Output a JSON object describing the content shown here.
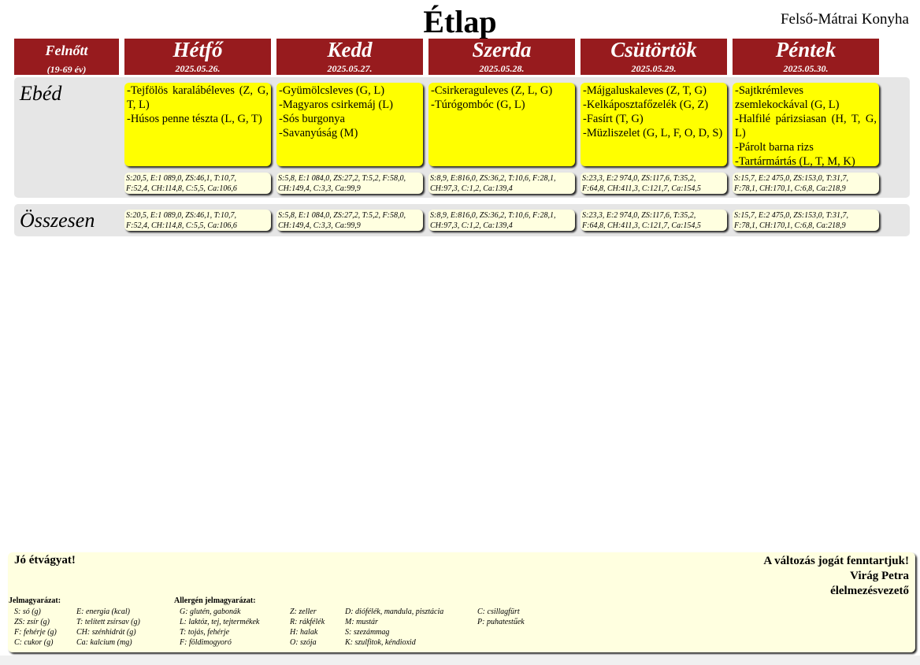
{
  "title": "Étlap",
  "kitchen": "Felső-Mátrai Konyha",
  "header": {
    "group_label": "Felnőtt",
    "group_age": "(19-69 év)",
    "days": [
      {
        "name": "Hétfő",
        "date": "2025.05.26."
      },
      {
        "name": "Kedd",
        "date": "2025.05.27."
      },
      {
        "name": "Szerda",
        "date": "2025.05.28."
      },
      {
        "name": "Csütörtök",
        "date": "2025.05.29."
      },
      {
        "name": "Péntek",
        "date": "2025.05.30."
      }
    ]
  },
  "lunch": {
    "label": "Ebéd",
    "menus": [
      [
        "-Tejfölös karalábéleves (Z, G, T, L)",
        "-Húsos penne tészta (L, G, T)"
      ],
      [
        "-Gyümölcsleves (G, L)",
        "-Magyaros csirkemáj (L)",
        "-Sós burgonya",
        "-Savanyúság (M)"
      ],
      [
        "-Csirkeraguleves (Z, L, G)",
        "-Túrógombóc (G, L)"
      ],
      [
        "-Májgaluskaleves (Z, T, G)",
        "-Kelkáposztafőzelék (G, Z)",
        "-Fasírt (T, G)",
        "-Müzliszelet (G, L, F, O, D, S)"
      ],
      [
        "-Sajtkrémleves zsemlekockával (G, L)",
        "-Halfilé párizsiasan (H, T, G, L)",
        "-Párolt barna rizs",
        "-Tartármártás (L, T, M, K)"
      ]
    ],
    "nutrition": [
      [
        "S:20,5, E:1 089,0, ZS:46,1, T:10,7,",
        "F:52,4, CH:114,8, C:5,5, Ca:106,6"
      ],
      [
        "S:5,8, E:1 084,0, ZS:27,2, T:5,2, F:58,0,",
        "CH:149,4, C:3,3, Ca:99,9"
      ],
      [
        "S:8,9, E:816,0, ZS:36,2, T:10,6, F:28,1,",
        "CH:97,3, C:1,2, Ca:139,4"
      ],
      [
        "S:23,3, E:2 974,0, ZS:117,6, T:35,2,",
        "F:64,8, CH:411,3, C:121,7, Ca:154,5"
      ],
      [
        "S:15,7, E:2 475,0, ZS:153,0, T:31,7,",
        "F:78,1, CH:170,1, C:6,8, Ca:218,9"
      ]
    ]
  },
  "total": {
    "label": "Összesen",
    "nutrition": [
      [
        "S:20,5, E:1 089,0, ZS:46,1, T:10,7,",
        "F:52,4, CH:114,8, C:5,5, Ca:106,6"
      ],
      [
        "S:5,8, E:1 084,0, ZS:27,2, T:5,2, F:58,0,",
        "CH:149,4, C:3,3, Ca:99,9"
      ],
      [
        "S:8,9, E:816,0, ZS:36,2, T:10,6, F:28,1,",
        "CH:97,3, C:1,2, Ca:139,4"
      ],
      [
        "S:23,3, E:2 974,0, ZS:117,6, T:35,2,",
        "F:64,8, CH:411,3, C:121,7, Ca:154,5"
      ],
      [
        "S:15,7, E:2 475,0, ZS:153,0, T:31,7,",
        "F:78,1, CH:170,1, C:6,8, Ca:218,9"
      ]
    ]
  },
  "footer": {
    "greeting": "Jó étvágyat!",
    "right_lines": [
      "A változás jogát fenntartjuk!",
      "Virág Petra",
      "élelmezésvezető"
    ],
    "legend_title": "Jelmagyarázat:",
    "legend_col1": [
      "S: só (g)",
      "ZS: zsír (g)",
      "F: fehérje (g)",
      "C: cukor (g)"
    ],
    "legend_col2": [
      "E: energia (kcal)",
      "T: telített zsírsav (g)",
      "CH: szénhidrát (g)",
      "Ca: kalcium (mg)"
    ],
    "allergen_title": "Allergén jelmagyarázat:",
    "allergen_col1": [
      "G: glutén, gabonák",
      "L: laktóz, tej, tejtermékek",
      "T: tojás, fehérje",
      "F: földimogyoró"
    ],
    "allergen_col2": [
      "Z: zeller",
      "R: rákfélék",
      "H: halak",
      "O: szója"
    ],
    "allergen_col3": [
      "D: diófélék, mandula, pisztácia",
      "M: mustár",
      "S: szezámmag",
      "K: szulfitok, kéndioxid"
    ],
    "allergen_col4": [
      "C: csillagfürt",
      "P: puhatestűek"
    ]
  },
  "colors": {
    "header_bg": "#971b1e",
    "menu_bg": "#ffff00",
    "nutrition_bg": "#ffffe0",
    "section_bg": "#e6e6e6"
  }
}
